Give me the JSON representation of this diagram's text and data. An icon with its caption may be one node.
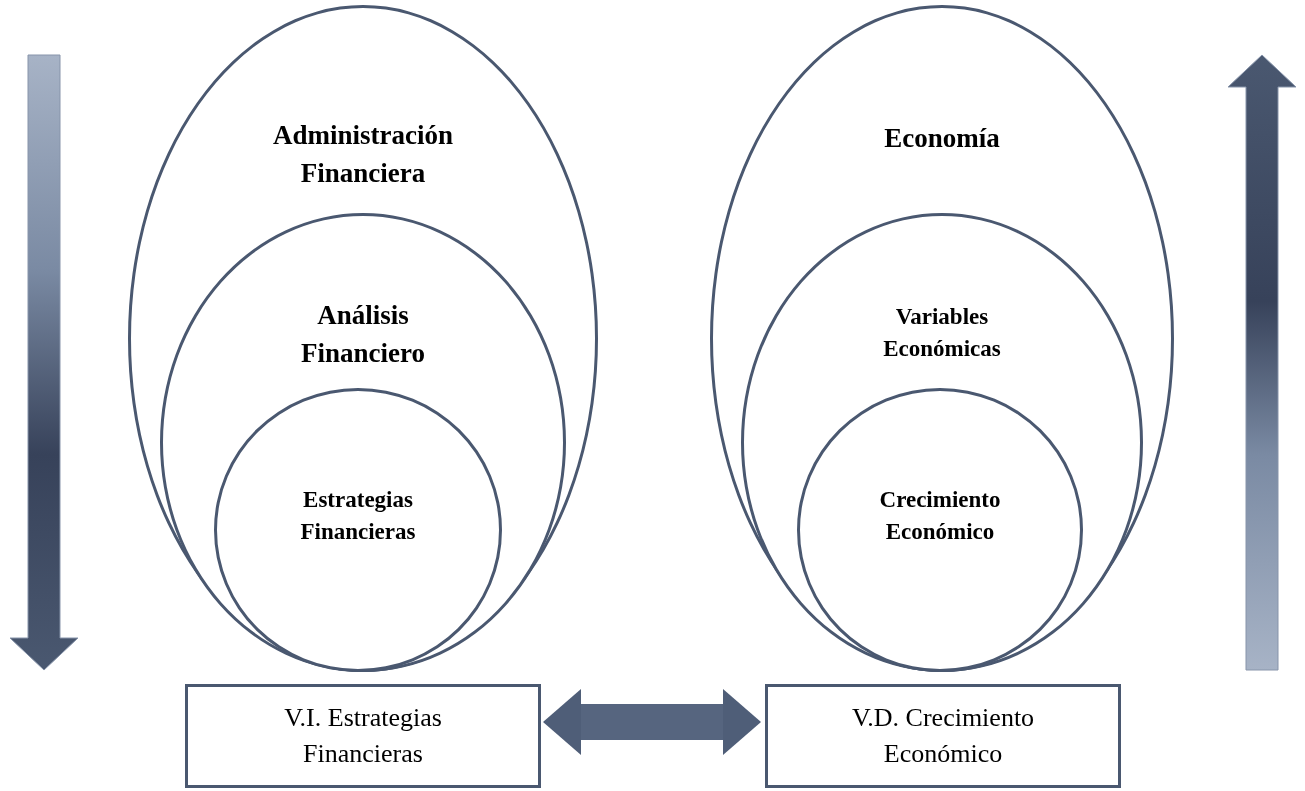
{
  "diagram": {
    "nodes": [
      {
        "text": [
          "Administración Financiera"
        ]
      },
      {
        "text": [
          "Análisis Financiero"
        ],
        "in": 0
      },
      {
        "text": [
          "Estrategias Financieras"
        ],
        "in": 1
      },
      {
        "text": [
          "Economía"
        ]
      },
      {
        "text": [
          "Variables Económicas"
        ],
        "in": 3
      },
      {
        "text": [
          "Crecimiento Económico"
        ],
        "in": 4
      },
      {
        "text": [
          "V.I. Estrategias Financieras"
        ]
      },
      {
        "text": [
          "V.D. Crecimiento Económico"
        ]
      }
    ],
    "edges": [
      {
        "from": 6,
        "to": 7,
        "arrow": "both"
      }
    ]
  }
}
